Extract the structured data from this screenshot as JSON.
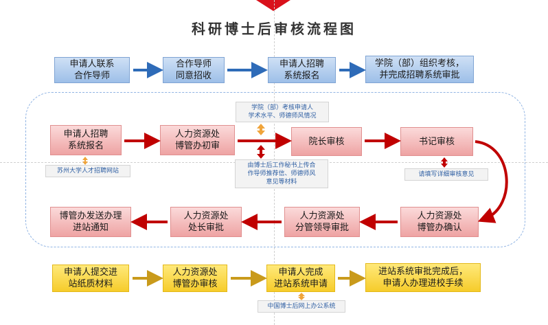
{
  "title": "科研博士后审核流程图",
  "colors": {
    "blue_arrow": "#2e6bb8",
    "red_arrow": "#c00000",
    "gold_arrow": "#c99a1b",
    "orange_arrow": "#f0a43a"
  },
  "row1": [
    "申请人联系\n合作导师",
    "合作导师\n同意招收",
    "申请人招聘\n系统报名",
    "学院（部）组织考核，\n并完成招聘系统审批"
  ],
  "row2": [
    "申请人招聘\n系统报名",
    "人力资源处\n博管办初审",
    "院长审核",
    "书记审核"
  ],
  "row3": [
    "博管办发送办理\n进站通知",
    "人力资源处\n处长审批",
    "人力资源处\n分管领导审批",
    "人力资源处\n博管办确认"
  ],
  "row4": [
    "申请人提交进\n站纸质材料",
    "人力资源处\n博管办审核",
    "申请人完成\n进站系统申请",
    "进站系统审批完成后，\n申请人办理进校手续"
  ],
  "notes": {
    "suzhou": "苏州大学人才招聘网站",
    "college_exam": "学院（部）考核申请人\n学术水平、师德师风情况",
    "upload": "由博士后工作秘书上传合\n作导师推荐信、师德师风\n意见等材料",
    "opinion": "请填写详细审核意见",
    "system": "中国博士后网上办公系统"
  }
}
